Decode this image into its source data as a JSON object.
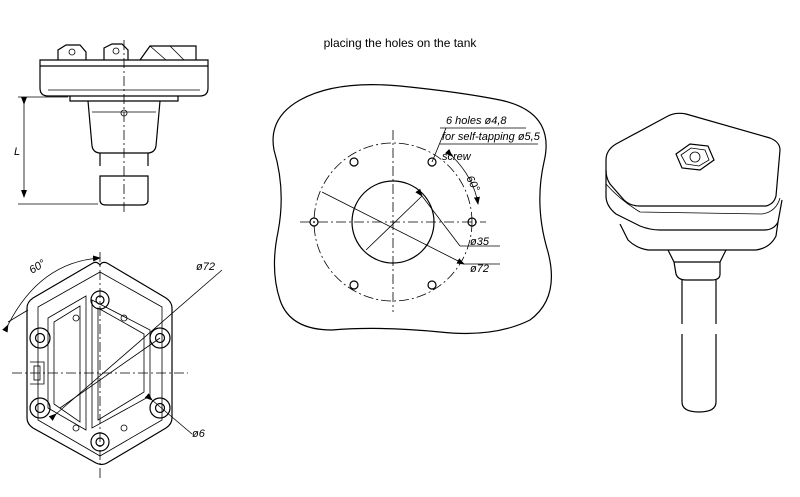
{
  "title": "placing the holes on the tank",
  "labels": {
    "length": "L",
    "angle_bottom_view": "60°",
    "dia_72_bottom": "ø72",
    "dia_6": "ø6",
    "holes_line1": "6 holes ø4,8",
    "holes_line2": "for self-tapping ø5,5",
    "holes_line3": "screw",
    "angle_tank": "60°",
    "dia_35": "ø35",
    "dia_72_tank": "ø72"
  }
}
